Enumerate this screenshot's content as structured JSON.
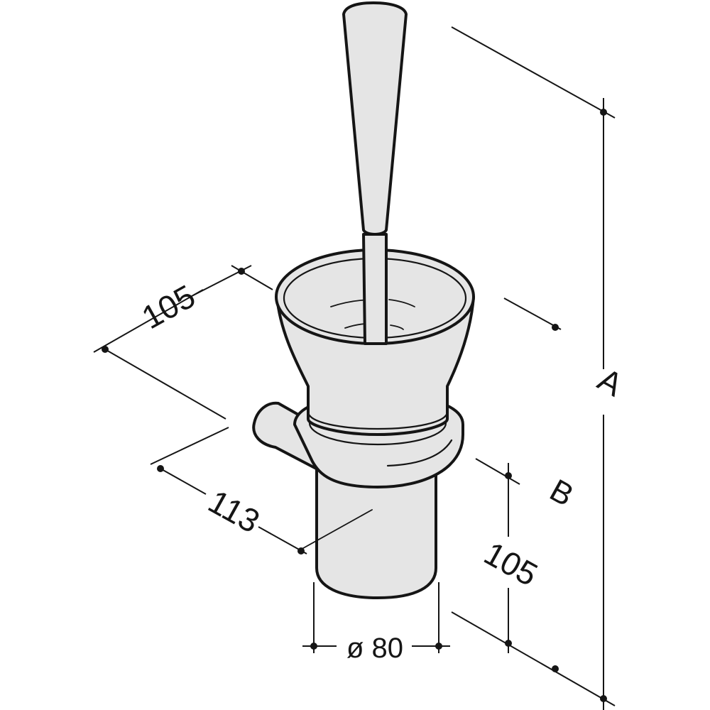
{
  "dimensions": {
    "width_top": "105",
    "projection": "113",
    "holder_height": "105",
    "diameter": "ø 80",
    "overall_height": "A",
    "mount_height": "B"
  },
  "colors": {
    "line": "#151515",
    "fill": "#e5e5e5",
    "background": "#ffffff"
  }
}
